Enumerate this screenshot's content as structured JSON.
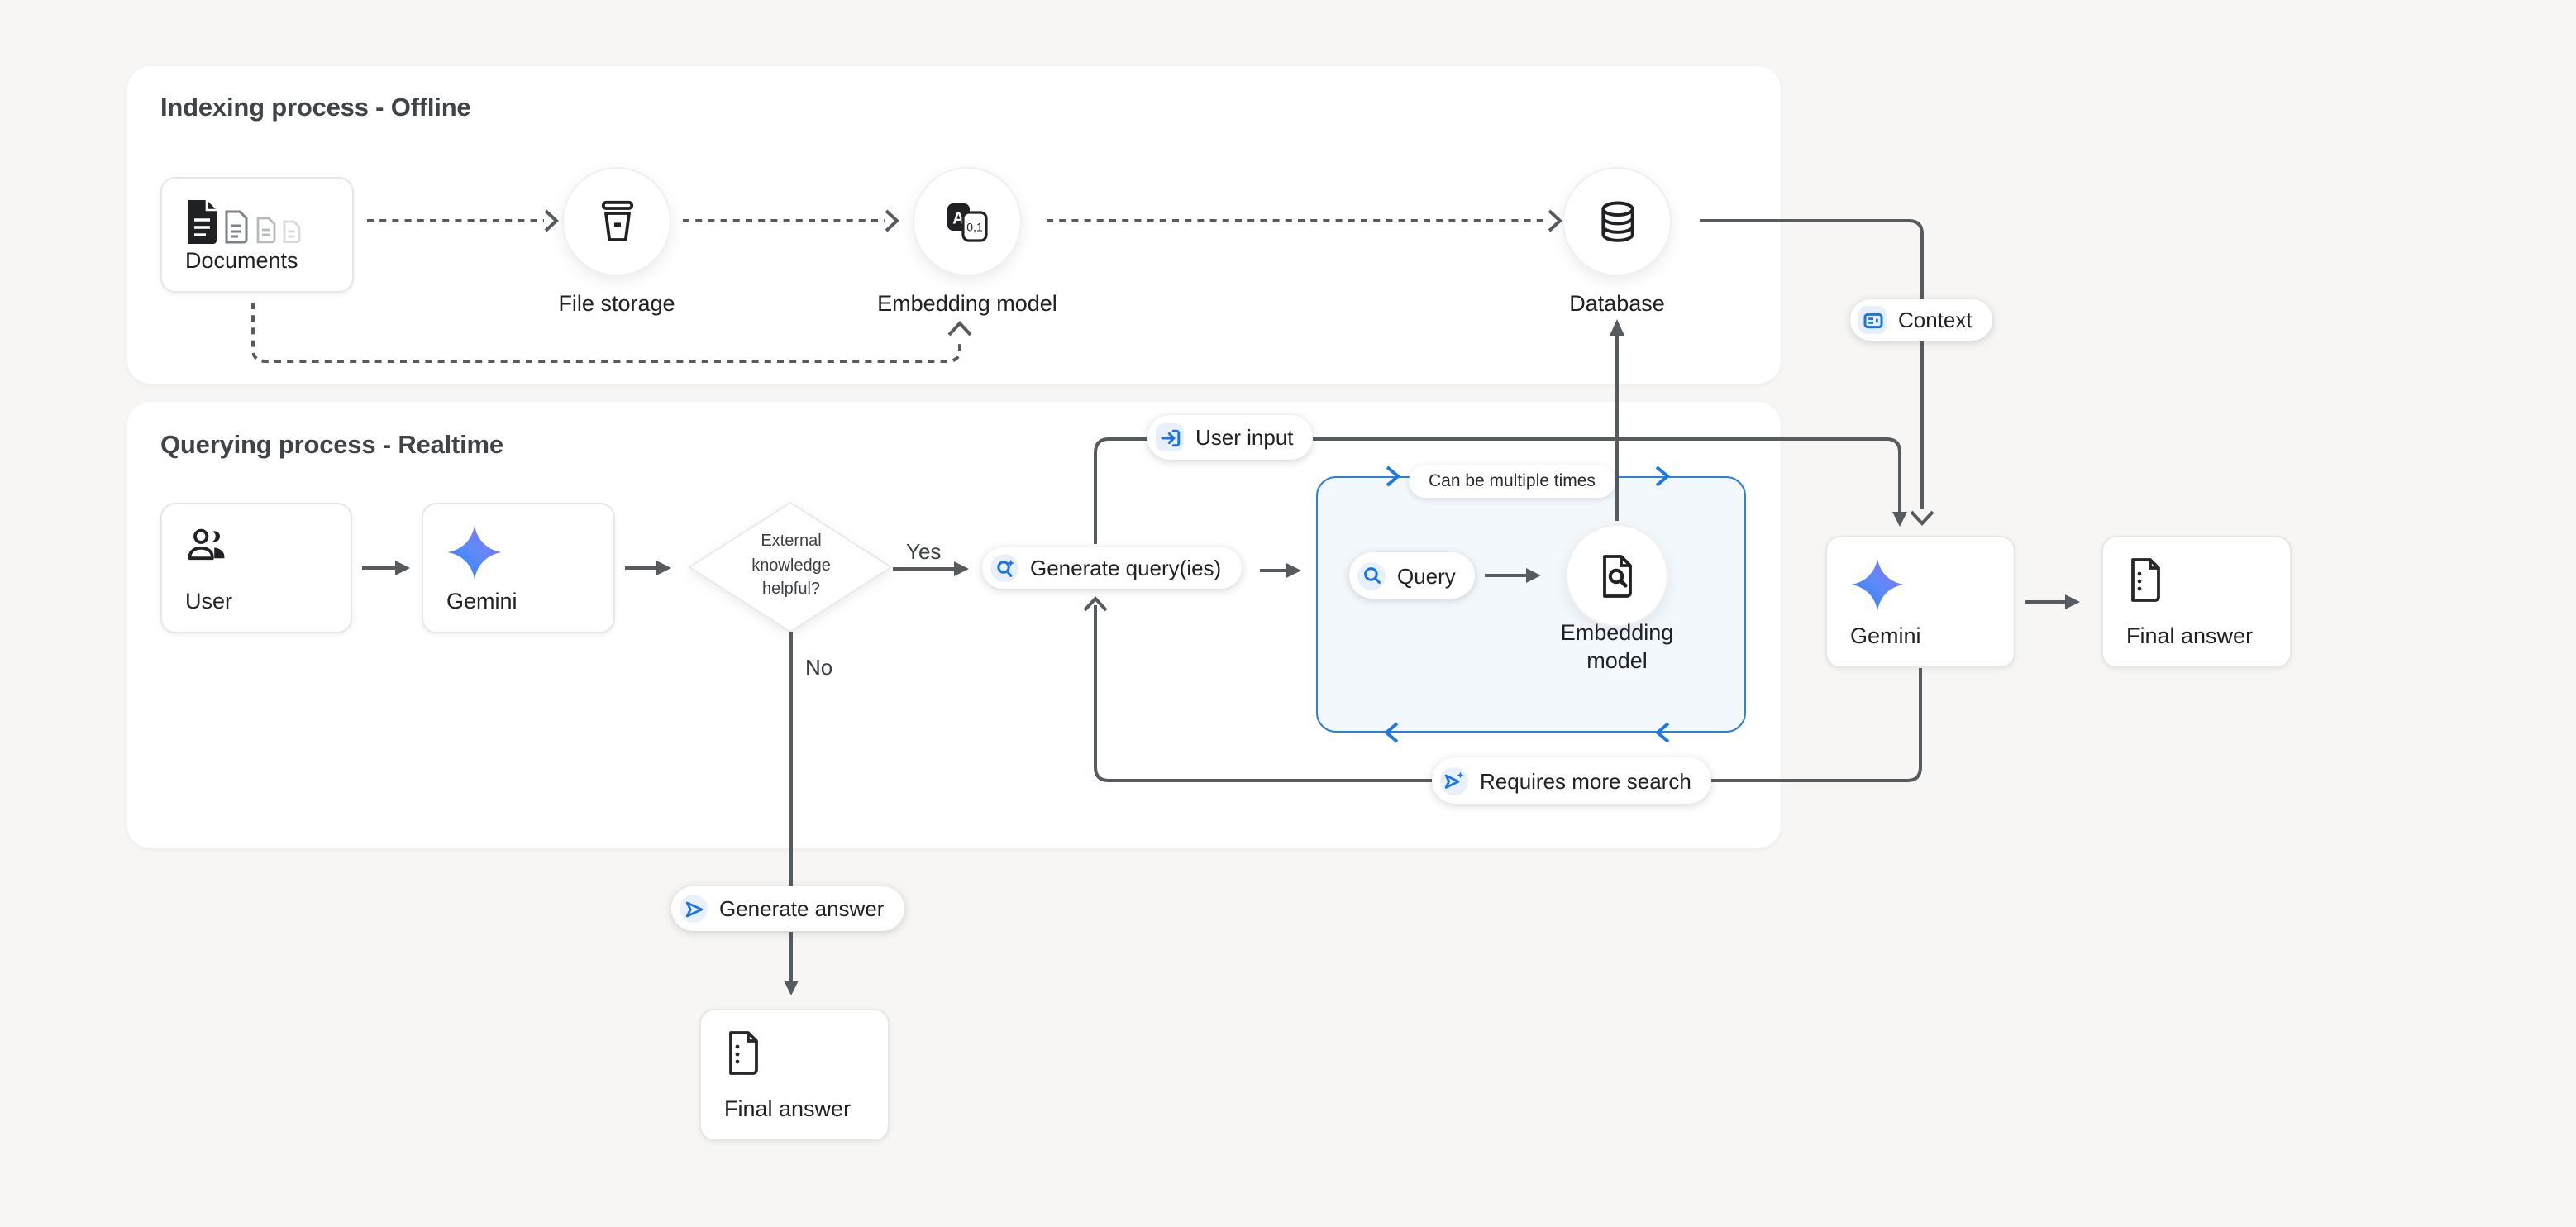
{
  "colors": {
    "background": "#f7f6f4",
    "panel": "#ffffff",
    "line_gray": "#565b60",
    "accent_blue": "#1a73e8",
    "chip_blue_bg": "#e8f0fe",
    "blue_box_fill": "#f3f8fd",
    "text_dark": "#202124",
    "title_gray": "#3f4449",
    "gemini_gradient_start": "#217bfe",
    "gemini_gradient_end": "#9168f0"
  },
  "panels": {
    "indexing": {
      "title": "Indexing process - Offline"
    },
    "querying": {
      "title": "Querying process - Realtime"
    }
  },
  "nodes": {
    "documents": {
      "label": "Documents",
      "icon": "documents-icon"
    },
    "file_storage": {
      "label": "File storage",
      "icon": "storage-bucket-icon"
    },
    "embedding_model_offline": {
      "label": "Embedding model",
      "icon": "translate-tokens-icon"
    },
    "database": {
      "label": "Database",
      "icon": "database-icon"
    },
    "user": {
      "label": "User",
      "icon": "users-icon"
    },
    "gemini_query": {
      "label": "Gemini",
      "icon": "gemini-star-icon"
    },
    "decision": {
      "lines": [
        "External",
        "knowledge",
        "helpful?"
      ]
    },
    "embedding_model_query": {
      "label_line1": "Embedding",
      "label_line2": "model",
      "icon": "document-search-icon"
    },
    "gemini_answer": {
      "label": "Gemini",
      "icon": "gemini-star-icon"
    },
    "final_answer_right": {
      "label": "Final answer",
      "icon": "document-list-icon"
    },
    "final_answer_bottom": {
      "label": "Final answer",
      "icon": "document-list-icon"
    }
  },
  "pills": {
    "user_input": "User input",
    "context": "Context",
    "generate_queries": "Generate query(ies)",
    "query": "Query",
    "can_be_multiple_times": "Can be multiple times",
    "requires_more_search": "Requires more search",
    "generate_answer": "Generate answer"
  },
  "edge_labels": {
    "yes": "Yes",
    "no": "No"
  }
}
